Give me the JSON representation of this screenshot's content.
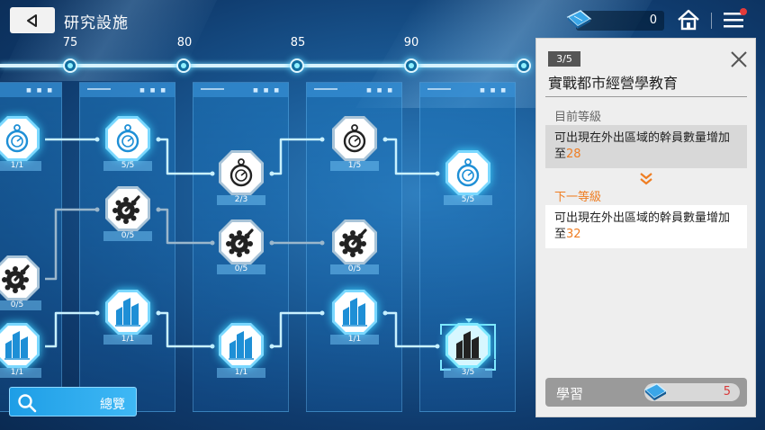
{
  "header": {
    "title": "研究設施",
    "resource_value": "0"
  },
  "ruler": {
    "levels": [
      "75",
      "80",
      "85",
      "90"
    ]
  },
  "tree": {
    "nodes": [
      {
        "id": "c0-clock",
        "icon": "clock-icon",
        "count": "1/1",
        "state": "learned"
      },
      {
        "id": "c0-gear",
        "icon": "gear-tool-icon",
        "count": "0/5",
        "state": "locked"
      },
      {
        "id": "c0-city",
        "icon": "city-icon",
        "count": "1/1",
        "state": "learned"
      },
      {
        "id": "c1-clock",
        "icon": "clock-icon",
        "count": "5/5",
        "state": "learned"
      },
      {
        "id": "c1-gear",
        "icon": "gear-tool-icon",
        "count": "0/5",
        "state": "locked"
      },
      {
        "id": "c1-city",
        "icon": "city-icon",
        "count": "1/1",
        "state": "learned"
      },
      {
        "id": "c2-clock",
        "icon": "clock-icon",
        "count": "2/3",
        "state": "locked"
      },
      {
        "id": "c2-gear",
        "icon": "gear-tool-icon",
        "count": "0/5",
        "state": "locked"
      },
      {
        "id": "c2-city",
        "icon": "city-icon",
        "count": "1/1",
        "state": "learned"
      },
      {
        "id": "c3-clock",
        "icon": "clock-icon",
        "count": "1/5",
        "state": "locked"
      },
      {
        "id": "c3-gear",
        "icon": "gear-tool-icon",
        "count": "0/5",
        "state": "locked"
      },
      {
        "id": "c3-city",
        "icon": "city-icon",
        "count": "1/1",
        "state": "learned"
      },
      {
        "id": "c4-clock",
        "icon": "clock-icon",
        "count": "5/5",
        "state": "learned"
      },
      {
        "id": "c4-city",
        "icon": "city-icon",
        "count": "3/5",
        "state": "selected"
      }
    ]
  },
  "overview": {
    "label": "總覽"
  },
  "panel": {
    "progress": "3/5",
    "title": "實戰都市經營學教育",
    "current_label": "目前等級",
    "current_text": "可出現在外出區域的幹員數量增加至",
    "current_value": "28",
    "next_label": "下一等級",
    "next_text": "可出現在外出區域的幹員數量增加至",
    "next_value": "32",
    "learn_label": "學習",
    "cost_value": "5"
  },
  "colors": {
    "accent_orange": "#ef7d22",
    "cost_red": "#d83a3a",
    "node_glow": "#3fd4ff"
  }
}
